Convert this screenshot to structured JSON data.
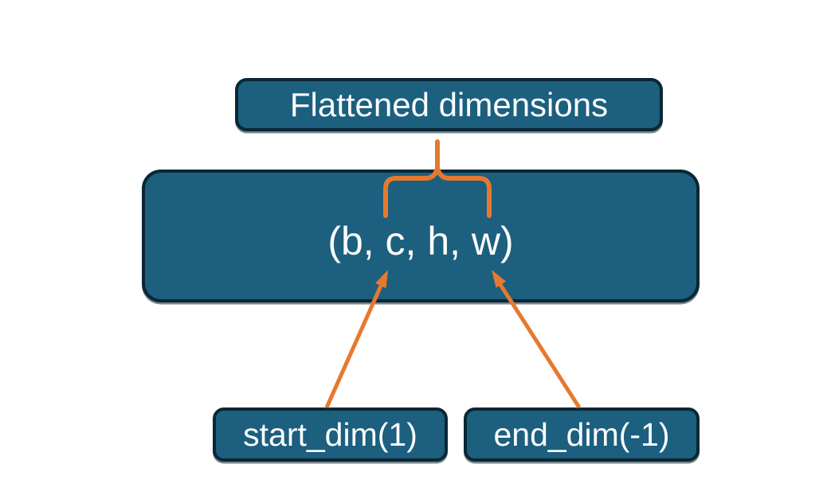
{
  "colors": {
    "background": "#ffffff",
    "box_fill": "#1c5f7f",
    "box_border": "#0a2734",
    "connector": "#e6792f",
    "text": "#fcfdfd"
  },
  "diagram": {
    "title_box": {
      "label": "Flattened dimensions"
    },
    "tensor_box": {
      "label": "(b, c, h, w)"
    },
    "start_dim_box": {
      "label": "start_dim(1)"
    },
    "end_dim_box": {
      "label": "end_dim(-1)"
    }
  }
}
